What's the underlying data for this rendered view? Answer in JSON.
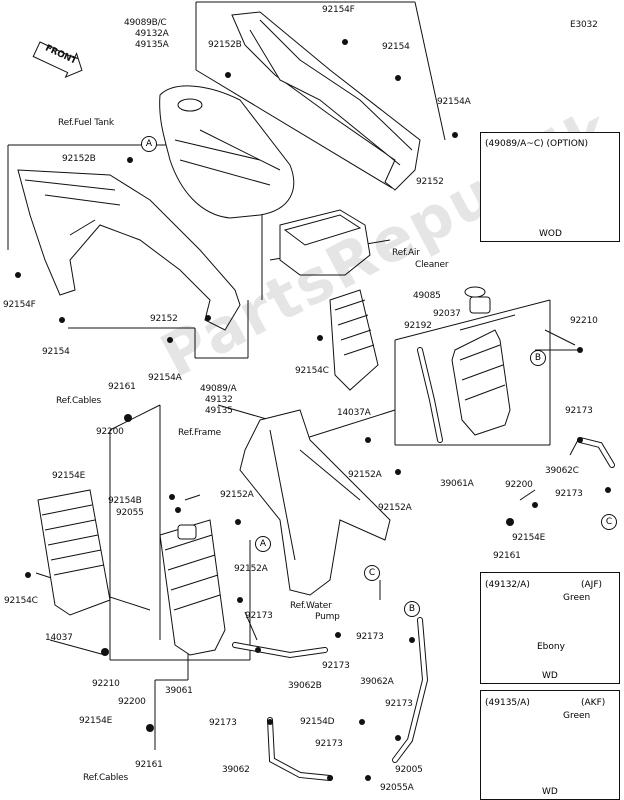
{
  "diagram_code": "E3032",
  "front_label": "FRONT",
  "watermark": "PartsRepublik",
  "labels": {
    "l49089bc": "49089B/C",
    "l49132a_top": "49132A",
    "l49135a_top": "49135A",
    "l92154f_top": "92154F",
    "l92152b_top": "92152B",
    "l92154_top": "92154",
    "l92154a_top": "92154A",
    "l92152_top": "92152",
    "ref_fuel_tank": "Ref.Fuel Tank",
    "l92152b_left": "92152B",
    "l92154f_left": "92154F",
    "l92154_left": "92154",
    "l92152_mid": "92152",
    "l92154a_mid": "92154A",
    "l49089a": "49089/A",
    "l49132": "49132",
    "l49135": "49135",
    "ref_air_cleaner_1": "Ref.Air",
    "ref_air_cleaner_2": "Cleaner",
    "l49085": "49085",
    "l92037": "92037",
    "l92192": "92192",
    "l92210_right": "92210",
    "l92154c_mid": "92154C",
    "l14037a": "14037A",
    "l92161_top": "92161",
    "ref_cables_top": "Ref.Cables",
    "l92200_top": "92200",
    "l92154e_left": "92154E",
    "ref_frame": "Ref.Frame",
    "l92173_r1": "92173",
    "l39062c": "39062C",
    "l92173_r2": "92173",
    "l92152a_mid": "92152A",
    "l92152a_right": "92152A",
    "l39061a": "39061A",
    "l92200_right": "92200",
    "l92154e_right": "92154E",
    "l92161_right": "92161",
    "l92154b": "92154B",
    "l92055": "92055",
    "l92152a_low": "92152A",
    "l92152a_low2": "92152A",
    "l92154c_left": "92154C",
    "l14037": "14037",
    "ref_water_pump_1": "Ref.Water",
    "ref_water_pump_2": "Pump",
    "l92173_pump": "92173",
    "l92173_b": "92173",
    "l92173_mid": "92173",
    "l39062b": "39062B",
    "l92210_left": "92210",
    "l39061": "39061",
    "l39062a": "39062A",
    "l92200_low": "92200",
    "l92154e_low": "92154E",
    "l92161_low": "92161",
    "ref_cables_low": "Ref.Cables",
    "l92173_low": "92173",
    "l92154d": "92154D",
    "l92173_low2": "92173",
    "l92173_low3": "92173",
    "l39062": "39062",
    "l92005": "92005",
    "l92055a": "92055A"
  },
  "callouts": {
    "a1": "A",
    "a2": "A",
    "b1": "B",
    "b2": "B",
    "c1": "C",
    "c2": "C"
  },
  "boxes": {
    "option": {
      "title": "(49089/A~C)  (OPTION)",
      "footer": "WOD"
    },
    "ajf": {
      "title": "(49132/A)",
      "region": "(AJF)",
      "color1": "Green",
      "color2": "Ebony",
      "footer": "WD"
    },
    "akf": {
      "title": "(49135/A)",
      "region": "(AKF)",
      "color1": "Green",
      "footer": "WD"
    }
  }
}
